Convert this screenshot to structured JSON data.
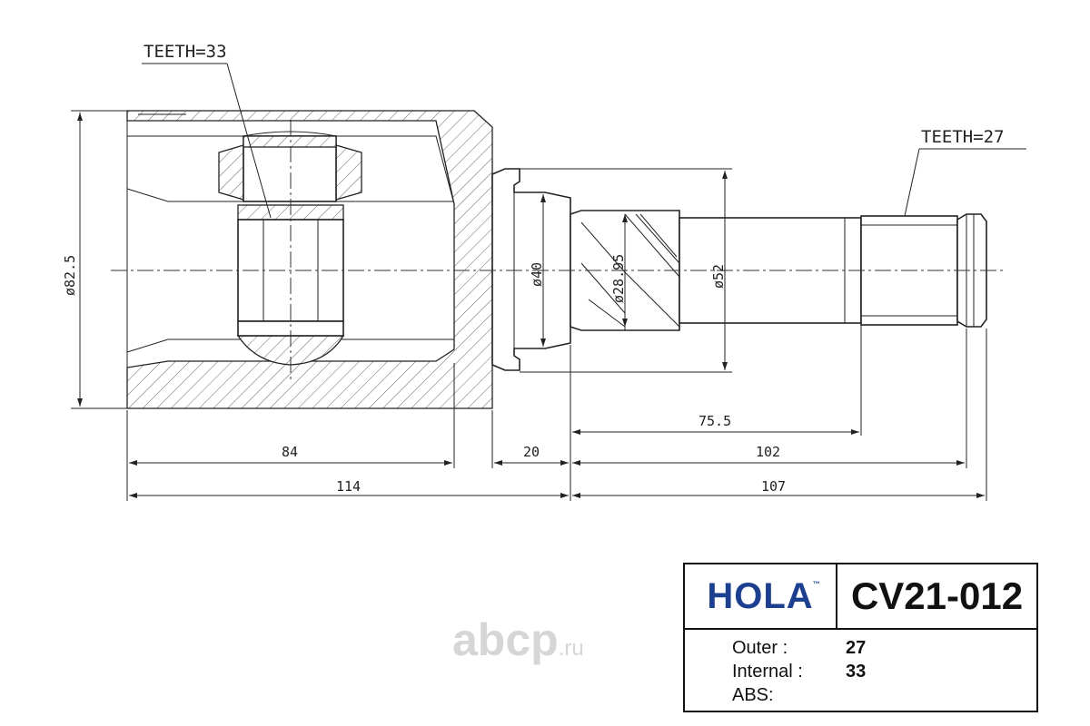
{
  "drawing": {
    "callouts": {
      "teeth_internal": "TEETH=33",
      "teeth_outer": "TEETH=27"
    },
    "diameters": {
      "housing": "ø82.5",
      "neck": "ø40",
      "spline_root": "ø28.95",
      "boot_seat": "ø52"
    },
    "lengths": {
      "housing_depth": "84",
      "neck_length": "20",
      "shaft_spline_offset": "75.5",
      "shaft_length": "102",
      "inner_total": "114",
      "outer_total": "107"
    }
  },
  "title_block": {
    "brand": "HOLA",
    "trademark": "™",
    "part_number": "CV21-012",
    "specs": [
      {
        "label": "Outer :",
        "value": "27"
      },
      {
        "label": "Internal :",
        "value": "33"
      },
      {
        "label": "ABS:",
        "value": ""
      }
    ]
  },
  "watermark": {
    "text": "abcp",
    "suffix": ".ru"
  },
  "colors": {
    "line": "#222222",
    "brand": "#1d3f8f",
    "watermark": "#d6d6d6"
  }
}
